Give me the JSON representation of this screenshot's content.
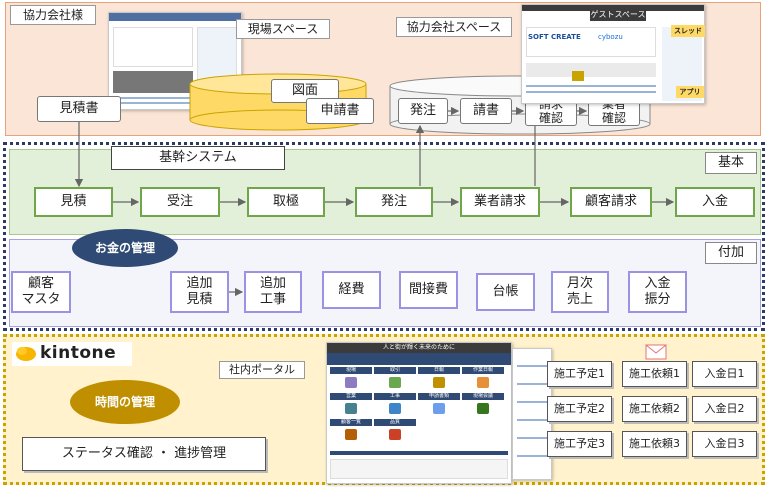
{
  "partner": {
    "region_label": "協力会社様",
    "site_space_label": "現場スペース",
    "partner_space_label": "協力会社スペース",
    "guest_space_label": "ゲストスペース",
    "thread_label": "スレッド",
    "app_label": "アプリ",
    "estimate_label": "見積書",
    "drawing_label": "図面",
    "application_label": "申請書",
    "cylinder_items": [
      "発注",
      "請書",
      "請求\n確認",
      "業者\n確認"
    ],
    "site_header_text": "現場スペース",
    "softcreate_label": "SOFT CREATE",
    "cybozu_label": "cybozu"
  },
  "core": {
    "system_label": "基幹システム",
    "basic_label": "基本",
    "basic_steps": [
      "見積",
      "受注",
      "取極",
      "発注",
      "業者請求",
      "顧客請求",
      "入金"
    ],
    "money_label": "お金の管理",
    "addon_label": "付加",
    "addon_items": [
      "顧客\nマスタ",
      "追加\n見積",
      "追加\n工事",
      "経費",
      "間接費",
      "台帳",
      "月次\n売上",
      "入金\n振分"
    ]
  },
  "kintone": {
    "logo_text": "kintone",
    "time_label": "時間の管理",
    "status_label": "ステータス確認 ・ 進捗管理",
    "portal_label": "社内ポータル",
    "portal_title": "人と街が輝く未来のために",
    "portal_tiles": [
      "現場",
      "取引",
      "日報",
      "作業日報",
      "営業",
      "工事",
      "申請書類",
      "現場会議",
      "顧客一覧",
      "品質"
    ],
    "schedule_boxes": [
      "施工予定1",
      "施工依頼1",
      "入金日1",
      "施工予定2",
      "施工依頼2",
      "入金日2",
      "施工予定3",
      "施工依頼3",
      "入金日3"
    ]
  },
  "colors": {
    "partner_bg": "#fbe5d6",
    "basic_bg": "#e2efd9",
    "addon_bg": "#f4f4fb",
    "kintone_bg": "#fff2cc",
    "green_border": "#71a54a",
    "purple_border": "#9a93e3",
    "money_ellipse": "#2f4a75",
    "time_ellipse": "#bf8f00",
    "cylinder_fill": "#ffd966",
    "kintone_logo": "#f7b500"
  },
  "icons": [
    "envelope-icon",
    "kintone-logo-icon"
  ]
}
